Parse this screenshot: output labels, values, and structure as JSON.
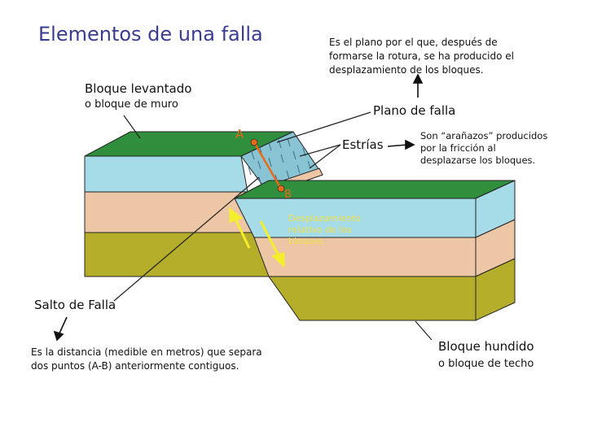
{
  "title": "Elementos de una falla",
  "labels": {
    "block_up": "Bloque levantado",
    "block_up_sub": "o bloque de muro",
    "fault_plane": "Plano de falla",
    "striae": "Estrías",
    "striae_note": [
      "Son “arañazos” producidos",
      "por la fricción al",
      "desplazarse los bloques."
    ],
    "plane_note": [
      "Es el plano por el que, después de",
      "formarse la rotura, se ha producido el",
      "desplazamiento de los bloques."
    ],
    "point_a": "A",
    "point_b": "B",
    "displacement": [
      "Desplazamiento",
      "relativo de los",
      "bloques"
    ],
    "throw": "Salto de Falla",
    "throw_note": [
      "Es la distancia (medible en metros) que separa",
      "dos puntos (A-B)  anteriormente contiguos."
    ],
    "block_down": "Bloque hundido",
    "block_down_sub": "o bloque de techo"
  },
  "colors": {
    "grass": "#2f8f3c",
    "water_blue": "#a6dbe8",
    "sand": "#edc6a6",
    "olive": "#b5ae2a",
    "title": "#3a3d8f",
    "marker": "#e86a18",
    "arrow_yellow": "#f4ee2c"
  }
}
